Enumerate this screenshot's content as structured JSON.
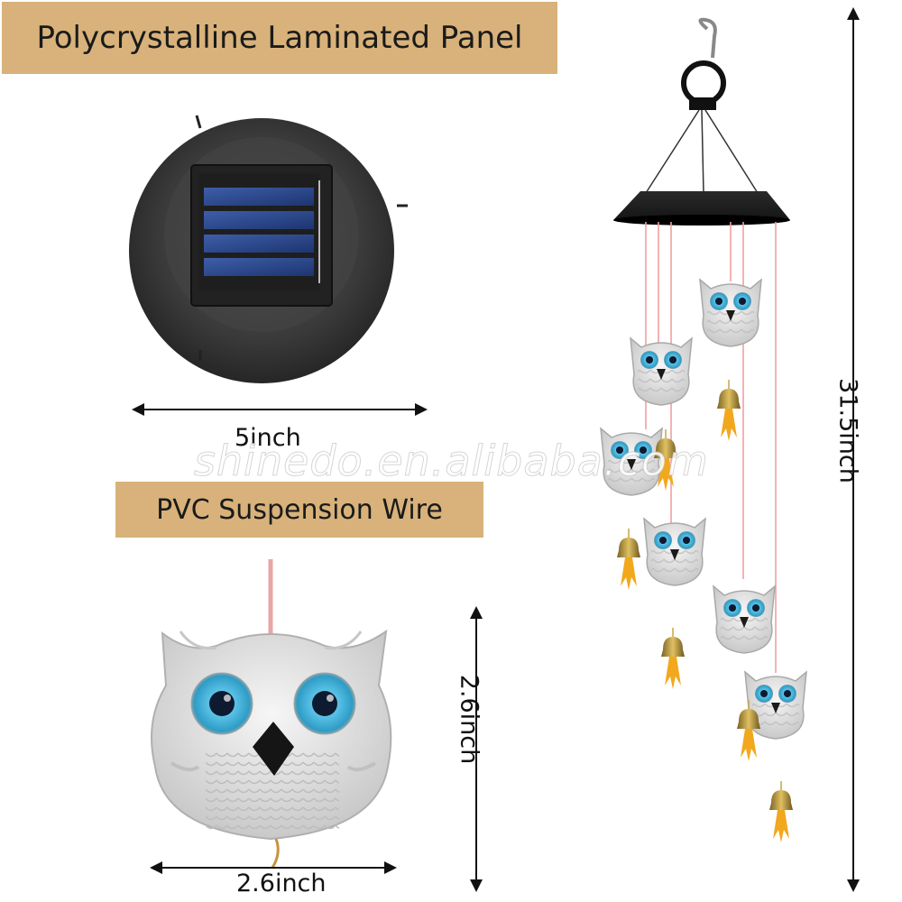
{
  "labels": {
    "panel": "Polycrystalline Laminated Panel",
    "wire": "PVC Suspension Wire"
  },
  "dimensions": {
    "panel_width": "5inch",
    "owl_width": "2.6inch",
    "owl_height": "2.6inch",
    "total_height": "31.5inch"
  },
  "watermark": "shinedo.en.alibaba.com",
  "colors": {
    "label_bg": "#d8b27a",
    "solar_cell": "#2b4a8c",
    "owl_eye": "#3fb4d8",
    "bell": "#c8a448",
    "tassel": "#f2a81c"
  }
}
